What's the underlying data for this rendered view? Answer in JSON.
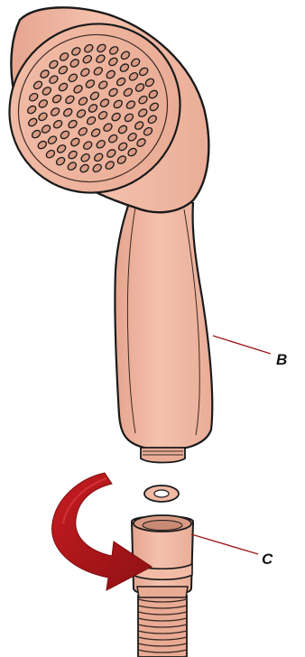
{
  "callouts": {
    "b": {
      "label": "B",
      "target": "handle"
    },
    "c": {
      "label": "C",
      "target": "hose-connector"
    }
  },
  "colors": {
    "body_fill": "#f2bba6",
    "body_shade": "#e3a48e",
    "outline": "#1a1a1a",
    "leader_line": "#9e1b1b",
    "arrow": "#b8161a",
    "arrow_dark": "#7d0f12"
  },
  "parts": {
    "shower_head": "shower-head",
    "washer": "washer",
    "hose": "hose"
  }
}
